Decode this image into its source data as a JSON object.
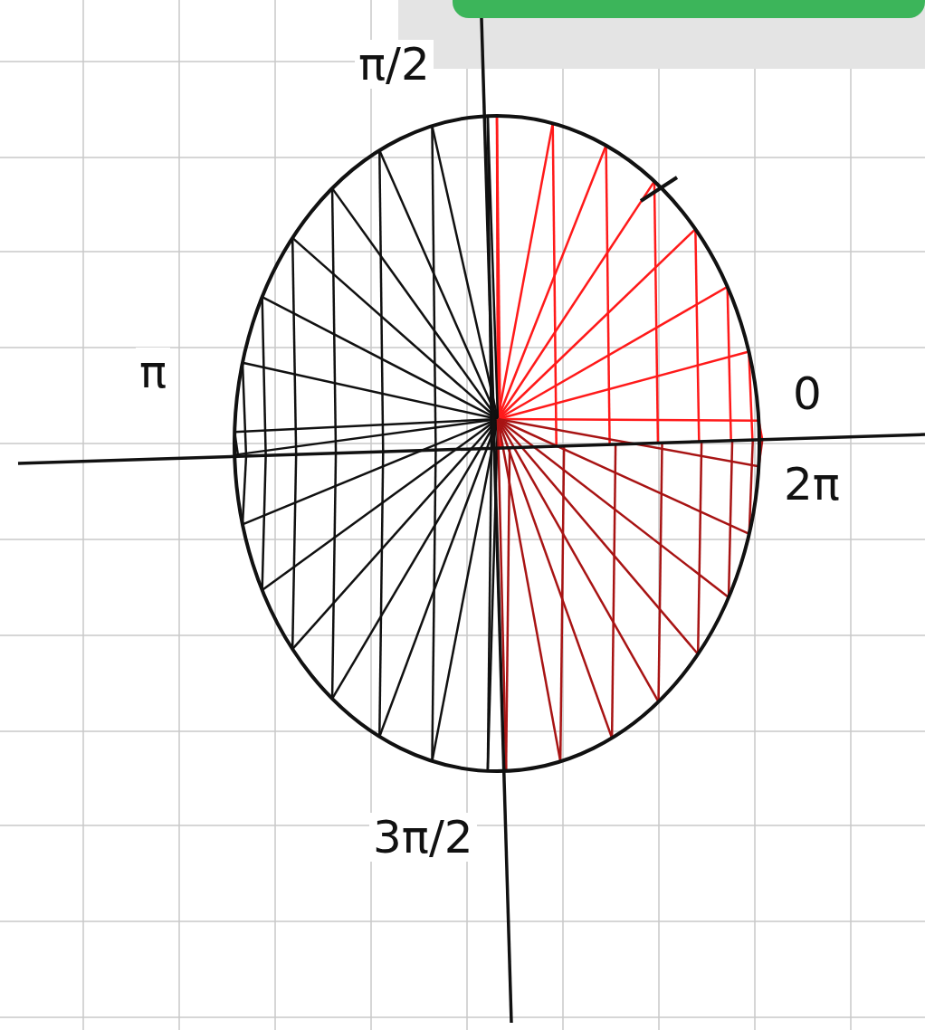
{
  "diagram": {
    "labels": [
      "π/2",
      "π",
      "0",
      "2π",
      "3π/2"
    ]
  }
}
